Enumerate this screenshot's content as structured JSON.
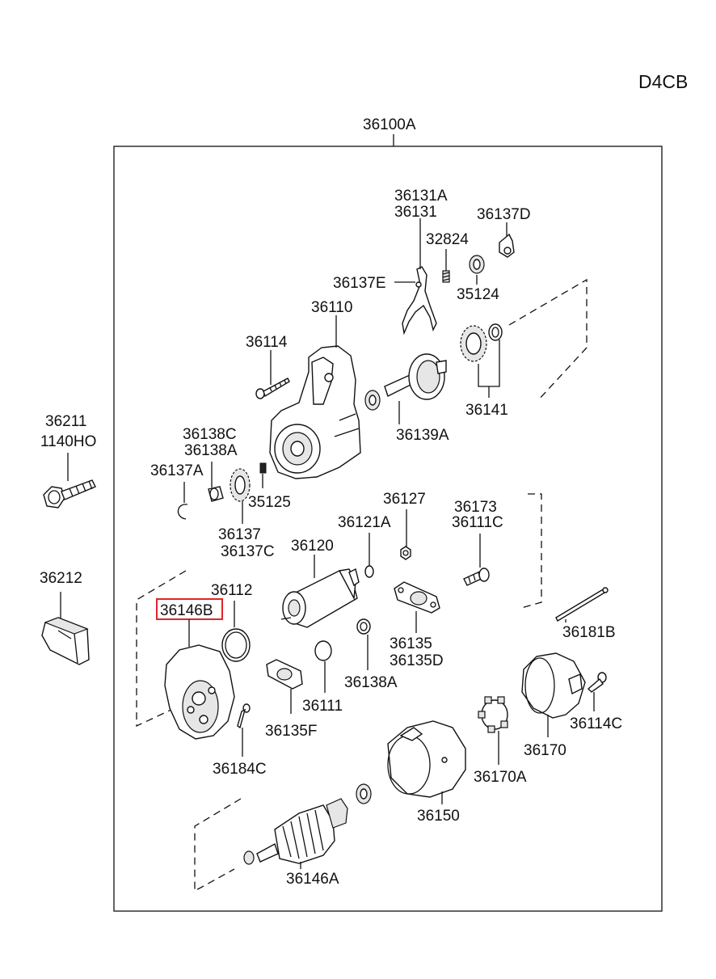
{
  "engine_code": "D4CB",
  "assembly_number": "36100A",
  "highlighted_part": "36146B",
  "colors": {
    "highlight": "#e0252b",
    "line": "#111111",
    "background": "#ffffff"
  },
  "parts": {
    "p36131A": "36131A",
    "p36131": "36131",
    "p36137D": "36137D",
    "p32824": "32824",
    "p35124": "35124",
    "p36137E": "36137E",
    "p36110": "36110",
    "p36114": "36114",
    "p36141": "36141",
    "p36139A": "36139A",
    "p36211": "36211",
    "p1140HO": "1140HO",
    "p36138C": "36138C",
    "p36138A_top": "36138A",
    "p36137A": "36137A",
    "p35125": "35125",
    "p36137": "36137",
    "p36137C": "36137C",
    "p36127": "36127",
    "p36121A": "36121A",
    "p36173": "36173",
    "p36111C": "36111C",
    "p36120": "36120",
    "p36212": "36212",
    "p36112": "36112",
    "p36146B": "36146B",
    "p36181B": "36181B",
    "p36135": "36135",
    "p36135D": "36135D",
    "p36138A_mid": "36138A",
    "p36111": "36111",
    "p36135F": "36135F",
    "p36114C": "36114C",
    "p36170": "36170",
    "p36184C": "36184C",
    "p36170A": "36170A",
    "p36150": "36150",
    "p36146A": "36146A"
  }
}
